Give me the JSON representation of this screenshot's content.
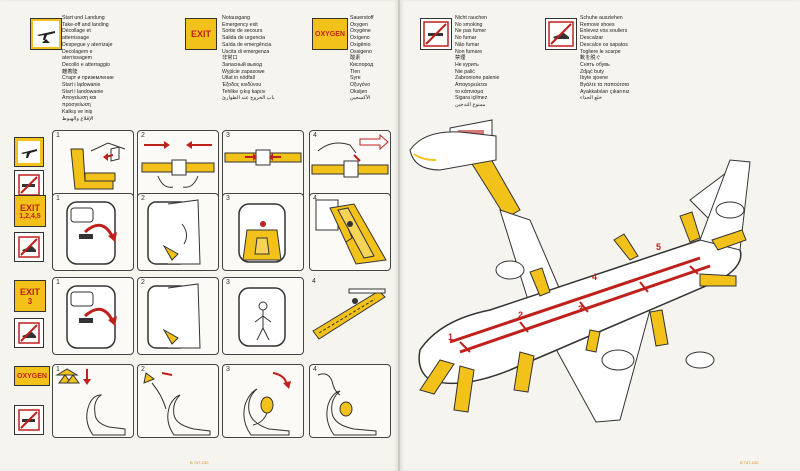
{
  "sections": {
    "takeoff": {
      "icon": "airplane-takeoff-icon",
      "lines": [
        "Start und Landung",
        "Take-off and landing",
        "Décollage et",
        "atterrissage",
        "Despegue y aterrizaje",
        "Decolagem e",
        "aterrissagem",
        "Decollo e atterraggio",
        "離着陸",
        "Старт и приземление",
        "Start i lądowanie",
        "Start i landowanie",
        "Απογείωση και",
        "προσγείωση",
        "Kalkış ve iniş",
        "الإقلاع والهبوط"
      ]
    },
    "exit": {
      "sign_label": "EXIT",
      "lines": [
        "Notausgang",
        "Emergency exit",
        "Sortie de secours",
        "Salida de urgencia",
        "Saída de emergência",
        "Uscita di emergenza",
        "非常口",
        "Запасный выход",
        "Wyjście zapasowe",
        "Utlat in nödfall",
        "Έξοδος κινδύνου",
        "Tehlike çıkış kapısı",
        "باب الخروج عند الطوارئ"
      ]
    },
    "oxygen": {
      "sign_label": "OXYGEN",
      "lines": [
        "Sauerstoff",
        "Oxygen",
        "Oxygène",
        "Oxígeno",
        "Oxigênio",
        "Ossigeno",
        "酸素",
        "Кислород",
        "Tlen",
        "Syre",
        "Οξυγόνο",
        "Oksijen",
        "الأكسجين"
      ]
    },
    "no_smoking": {
      "icon": "no-smoking-icon",
      "lines": [
        "Nicht rauchen",
        "No smoking",
        "Ne pas fumer",
        "No fumar",
        "Não fumar",
        "Non fumare",
        "禁煙",
        "Не курить",
        "Nie palić",
        "Zabronione palenie",
        "Απαγορεύεται",
        "το κάπνισμα",
        "Sigara içilmez",
        "ممنوع التدخين"
      ]
    },
    "shoes": {
      "icon": "no-high-heels-icon",
      "lines": [
        "Schuhe ausziehen",
        "Remove shoes",
        "Enlevez vos souliers",
        "Descalzar",
        "Descalce os sapatos",
        "Togliere le scarpe",
        "靴を脱ぐ",
        "Снять обувь",
        "Zdjąć buty",
        "Ibyte sjoene",
        "Βγάλτε τα παπούτσια",
        "Ayakkabıları çıkarınız",
        "خلع الحذاء"
      ]
    }
  },
  "rows": [
    {
      "label": "",
      "panels": [
        "1",
        "2",
        "3",
        "4"
      ]
    },
    {
      "label": "EXIT",
      "exit_numbers": "1,2,4,5",
      "panels": [
        "1",
        "2",
        "3",
        "4"
      ]
    },
    {
      "label": "EXIT",
      "exit_numbers": "3",
      "panels": [
        "1",
        "2",
        "3",
        "4"
      ]
    },
    {
      "label": "OXYGEN",
      "panels": [
        "1",
        "2",
        "3",
        "4"
      ]
    }
  ],
  "exits": [
    "1",
    "2",
    "3",
    "4",
    "5"
  ],
  "footers": {
    "left": "B 747-230",
    "right": "B 747-230"
  },
  "colors": {
    "accent_yellow": "#f2c21a",
    "accent_red": "#c0201b"
  }
}
